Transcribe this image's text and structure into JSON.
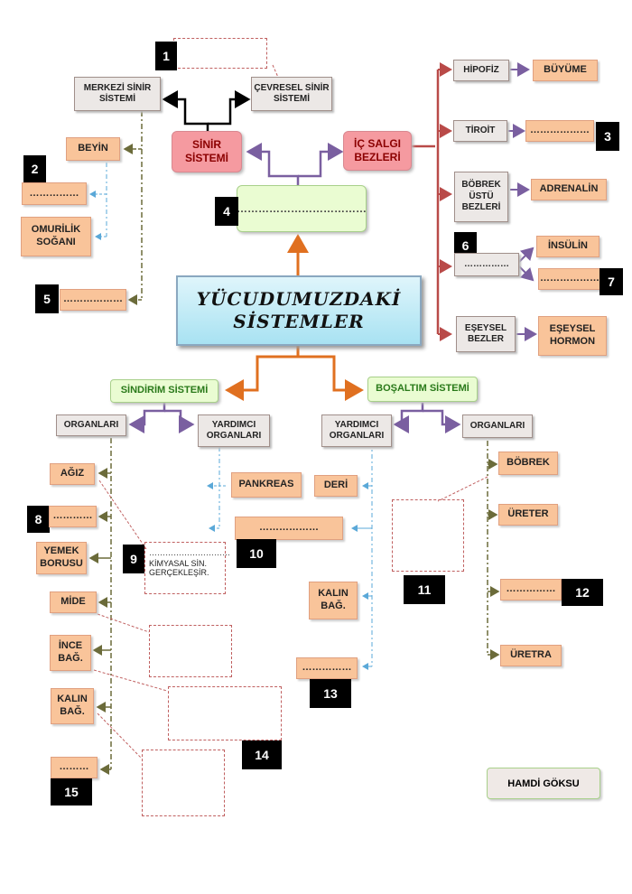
{
  "title": "YÜCUDUMUZDAKİ SİSTEMLER",
  "nervous": {
    "main": "SİNİR SİSTEMİ",
    "central": "MERKEZİ SİNİR SİSTEMİ",
    "peripheral": "ÇEVRESEL SİNİR SİSTEMİ",
    "brain": "BEYİN",
    "blank2": "……………",
    "medulla": "OMURİLİK SOĞANI",
    "blank5": "………………"
  },
  "endocrine": {
    "main": "İÇ SALGI BEZLERİ",
    "blank4": "………………………………",
    "pituitary": "HİPOFİZ",
    "growth": "BÜYÜME",
    "thyroid": "TİROİT",
    "blank3": "………………",
    "adrenal_gland": "BÖBREK ÜSTÜ BEZLERİ",
    "adrenalin": "ADRENALİN",
    "blank6": "……………",
    "insulin": "İNSÜLİN",
    "blank7": "………………",
    "sex_glands": "EŞEYSEL BEZLER",
    "sex_hormone": "EŞEYSEL HORMON"
  },
  "digestive": {
    "main": "SİNDİRİM SİSTEMİ",
    "organs": "ORGANLARI",
    "helpers": "YARDIMCI ORGANLARI",
    "mouth": "AĞIZ",
    "blank8": "…………",
    "esophagus": "YEMEK BORUSU",
    "stomach": "MİDE",
    "small_int": "İNCE BAĞ.",
    "large_int": "KALIN BAĞ.",
    "blank15": "………",
    "pancreas": "PANKREAS",
    "blank10": "………………",
    "note9_line1": "…………………………",
    "note9_line2": "KİMYASAL SİN. GERÇEKLEŞİR."
  },
  "excretory": {
    "main": "BOŞALTIM SİSTEMİ",
    "helpers": "YARDIMCI ORGANLARI",
    "organs": "ORGANLARI",
    "skin": "DERİ",
    "large_int": "KALIN BAĞ.",
    "blank13": "……………",
    "kidney": "BÖBREK",
    "ureter": "ÜRETER",
    "blank12": "……………",
    "urethra": "ÜRETRA"
  },
  "numbers": {
    "n1": "1",
    "n2": "2",
    "n3": "3",
    "n4": "4",
    "n5": "5",
    "n6": "6",
    "n7": "7",
    "n8": "8",
    "n9": "9",
    "n10": "10",
    "n11": "11",
    "n12": "12",
    "n13": "13",
    "n14": "14",
    "n15": "15"
  },
  "signature": "HAMDİ GÖKSU",
  "colors": {
    "nervous_line": "#000000",
    "endocrine_line": "#b94a48",
    "purple_line": "#7a5fa0",
    "orange_line": "#e07020",
    "olive_line": "#6b6b3a",
    "blue_dash": "#5aa8d8"
  }
}
